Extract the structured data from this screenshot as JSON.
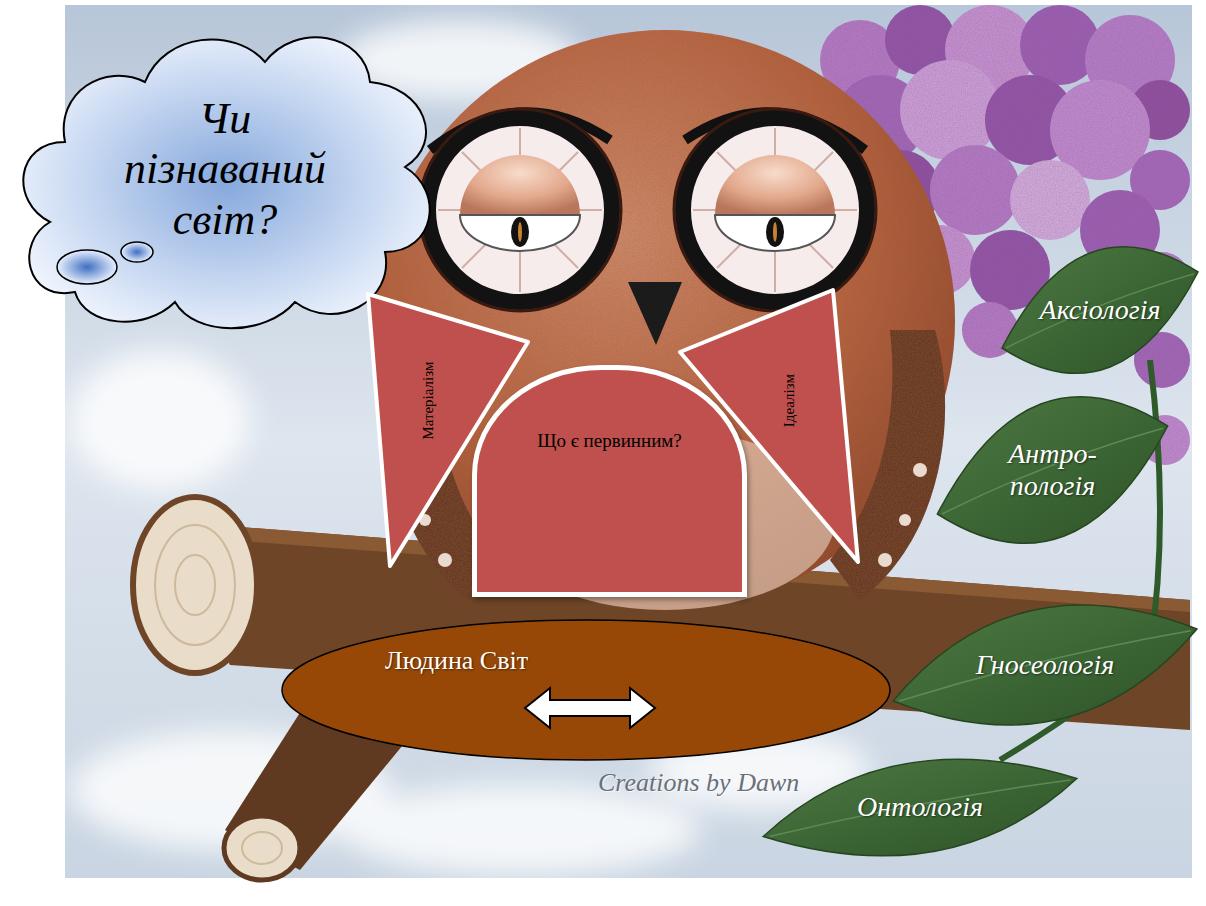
{
  "diagram": {
    "nodes": [
      {
        "text": [
          "Чи пізнаваний світ?"
        ]
      },
      {
        "text": [
          "Матеріалізм"
        ]
      },
      {
        "text": [
          "Що є первинним?"
        ]
      },
      {
        "text": [
          "Ідеалізм"
        ]
      },
      {
        "text": [
          "Аксіологія"
        ]
      },
      {
        "text": [
          "Антро- пологія"
        ]
      },
      {
        "text": [
          "Людина Світ"
        ]
      },
      {
        "text": [
          "Гносеологія"
        ]
      },
      {
        "text": [
          "Онтологія"
        ]
      }
    ],
    "labels": [
      "Creations by Dawn"
    ]
  }
}
